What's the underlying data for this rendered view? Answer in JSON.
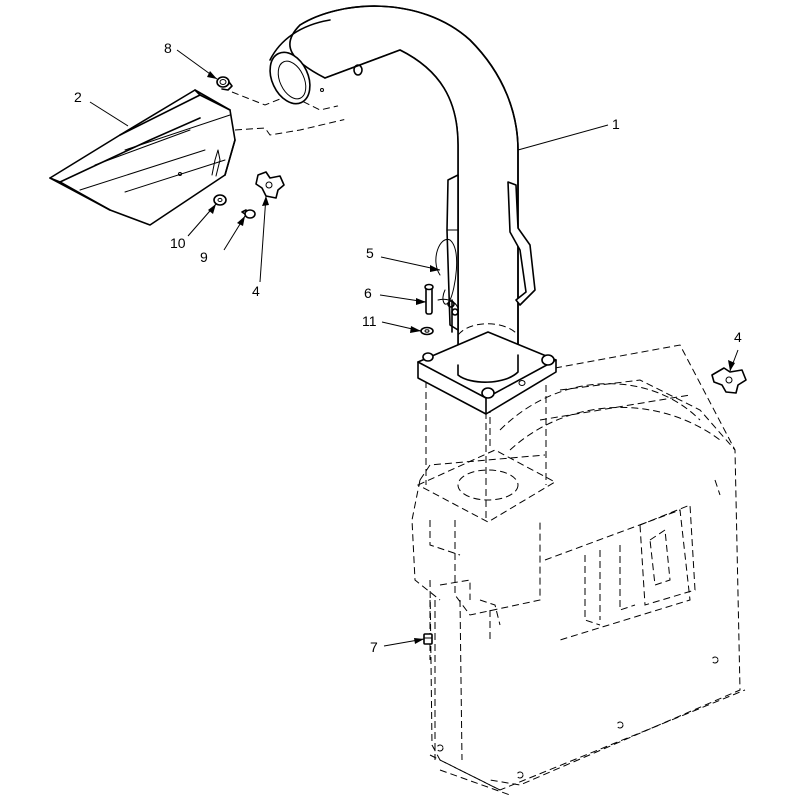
{
  "diagram": {
    "callouts": [
      {
        "id": "c1",
        "label": "1"
      },
      {
        "id": "c2",
        "label": "2"
      },
      {
        "id": "c4a",
        "label": "4"
      },
      {
        "id": "c4b",
        "label": "4"
      },
      {
        "id": "c5",
        "label": "5"
      },
      {
        "id": "c6",
        "label": "6"
      },
      {
        "id": "c7",
        "label": "7"
      },
      {
        "id": "c8",
        "label": "8"
      },
      {
        "id": "c9",
        "label": "9"
      },
      {
        "id": "c10",
        "label": "10"
      },
      {
        "id": "c11",
        "label": "11"
      }
    ]
  },
  "colors": {
    "line": "#000000",
    "background": "#ffffff"
  }
}
